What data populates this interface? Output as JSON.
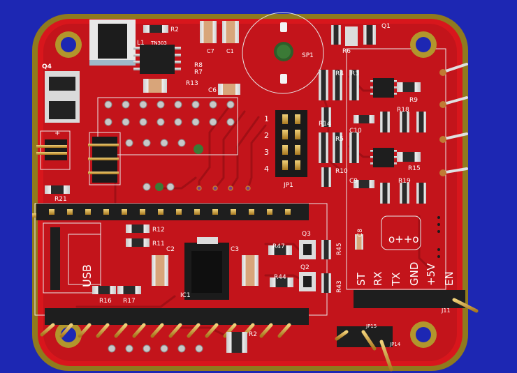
{
  "colors": {
    "background": "#1d27b3",
    "board_edge": "#8f7a1e",
    "soldermask": "#d8161c",
    "copper_pour": "#b8121a",
    "silkscreen": "#ffffff",
    "pad_gold": "#d4a53c",
    "pad_silver": "#d8d8d8",
    "header_black": "#1a1a1a",
    "ic_black": "#1e1e1e",
    "via_ring": "#b07a3a"
  },
  "board": {
    "labels": {
      "R2_top": "R2",
      "L1": "L1",
      "TN": "TN303",
      "C7": "C7",
      "C1": "C1",
      "Q1": "Q1",
      "SP1": "SP1",
      "R6": "R6",
      "Q4": "Q4",
      "R8": "R8",
      "R7": "R7",
      "R13": "R13",
      "C6": "C6",
      "R4": "R4",
      "R3": "R3",
      "R9": "R9",
      "R18": "R18",
      "R14": "R14",
      "C10": "C10",
      "R5": "R5",
      "R15": "R15",
      "R10": "R10",
      "C9": "C9",
      "R19": "R19",
      "JP1": "JP1",
      "pin1": "1",
      "pin2": "2",
      "pin3": "3",
      "pin4": "4",
      "plus": "+",
      "R21": "R21",
      "R12": "R12",
      "R11": "R11",
      "USB": "USB",
      "C2": "C2",
      "C3": "C3",
      "Q3": "Q3",
      "R47": "R47",
      "R45": "R45",
      "C8": "C8",
      "Q2": "Q2",
      "R44": "R44",
      "R43": "R43",
      "IC1": "IC1",
      "R16": "R16",
      "R17": "R17",
      "R2_bottom": "R2",
      "JP15": "JP15",
      "JP14": "JP14",
      "J11": "J11",
      "conn_ST": "ST",
      "conn_RX": "RX",
      "conn_TX": "TX",
      "conn_GND": "GND",
      "conn_5V": "+5V",
      "conn_EN": "EN"
    }
  }
}
